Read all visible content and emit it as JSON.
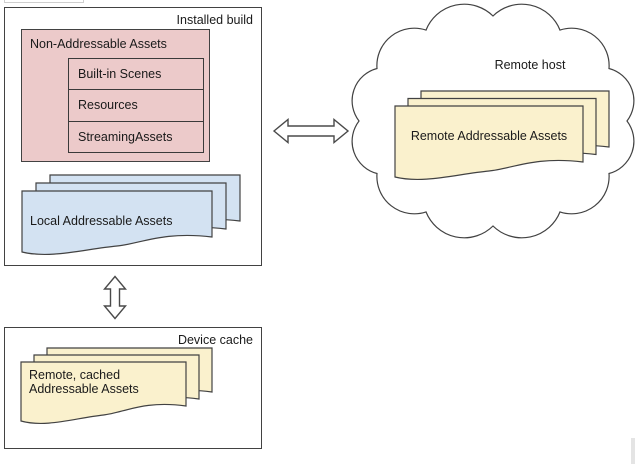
{
  "colors": {
    "pink": "#eccaca",
    "blue": "#d3e2f2",
    "yellow": "#faf1cd",
    "stroke": "#424242"
  },
  "installed_build": {
    "title": "Installed build",
    "non_addressable": {
      "title": "Non-Addressable Assets",
      "items": [
        "Built-in Scenes",
        "Resources",
        "StreamingAssets"
      ]
    },
    "local_assets_label": "Local Addressable Assets"
  },
  "remote_host": {
    "title": "Remote host",
    "assets_label": "Remote Addressable Assets"
  },
  "device_cache": {
    "title": "Device cache",
    "assets_label": "Remote, cached Addressable Assets"
  }
}
